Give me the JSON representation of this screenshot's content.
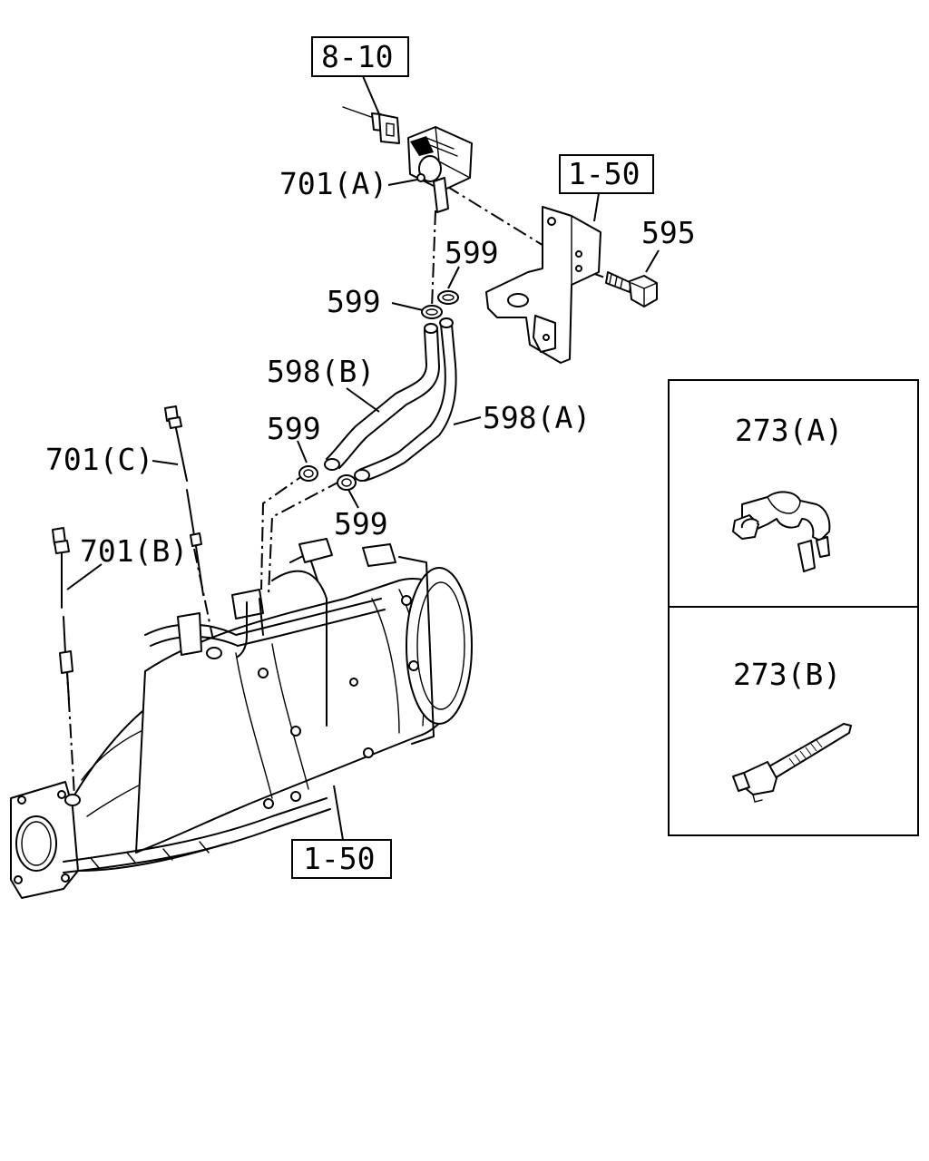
{
  "labels": {
    "ref_top": "8-10",
    "ref_bracket": "1-50",
    "ref_dpf": "1-50",
    "bolt": "595",
    "sensor_a": "701(A)",
    "sensor_b": "701(B)",
    "sensor_c": "701(C)",
    "clip_upper_left": "599",
    "clip_upper_right": "599",
    "clip_lower_left": "599",
    "clip_lower_right": "599",
    "hose_b": "598(B)",
    "hose_a": "598(A)",
    "inset_clamp": "273(A)",
    "inset_tie": "273(B)"
  }
}
